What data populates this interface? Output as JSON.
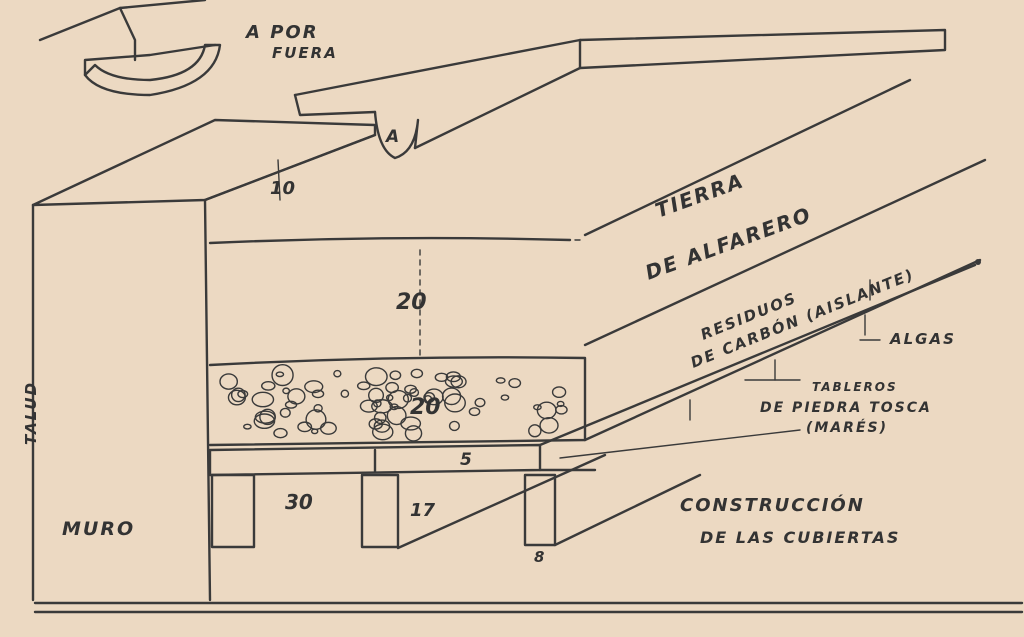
{
  "title": "CONSTRUCCIÓN DE LAS CUBIERTAS",
  "labels": {
    "a_por_fuera_1": "A POR",
    "a_por_fuera_2": "FUERA",
    "a_mark": "A",
    "tierra_1": "TIERRA",
    "tierra_2": "DE ALFARERO",
    "residuos_1": "RESIDUOS",
    "residuos_2": "DE CARBÓN (AISLANTE)",
    "algas": "ALGAS",
    "tableros_1": "TABLEROS",
    "tableros_2": "DE PIEDRA TOSCA",
    "tableros_3": "(MARÉS)",
    "construccion_1": "CONSTRUCCIÓN",
    "construccion_2": "DE LAS CUBIERTAS",
    "talud": "TALUD",
    "muro": "MURO"
  },
  "dimensions": {
    "d10": "10",
    "d20": "20",
    "d20b": "20",
    "d5": "5",
    "d30": "30",
    "d17": "17",
    "d8": "8"
  },
  "colors": {
    "paper": "#ecd9c2",
    "ink": "#3a3a3a",
    "timber": "#d8b58c"
  }
}
